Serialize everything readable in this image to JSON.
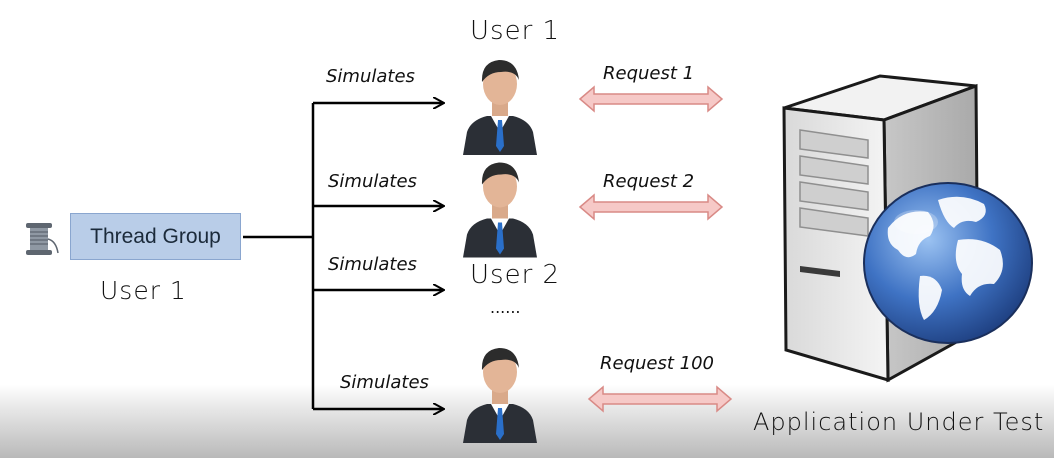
{
  "thread_group": {
    "label": "Thread Group",
    "caption": "User 1"
  },
  "users": {
    "top_label": "User 1",
    "middle_label": "User 2",
    "ellipsis": "......"
  },
  "simulates": [
    "Simulates",
    "Simulates",
    "Simulates",
    "Simulates"
  ],
  "requests": [
    "Request 1",
    "Request 2",
    "Request 100"
  ],
  "server": {
    "caption": "Application Under Test"
  },
  "colors": {
    "thread_group_fill": "#b9cde8",
    "request_arrow_fill": "#f6c9c7",
    "request_arrow_stroke": "#d98a86",
    "server_body": "#e9e9e9",
    "globe_ocean": "#3f73c4"
  }
}
